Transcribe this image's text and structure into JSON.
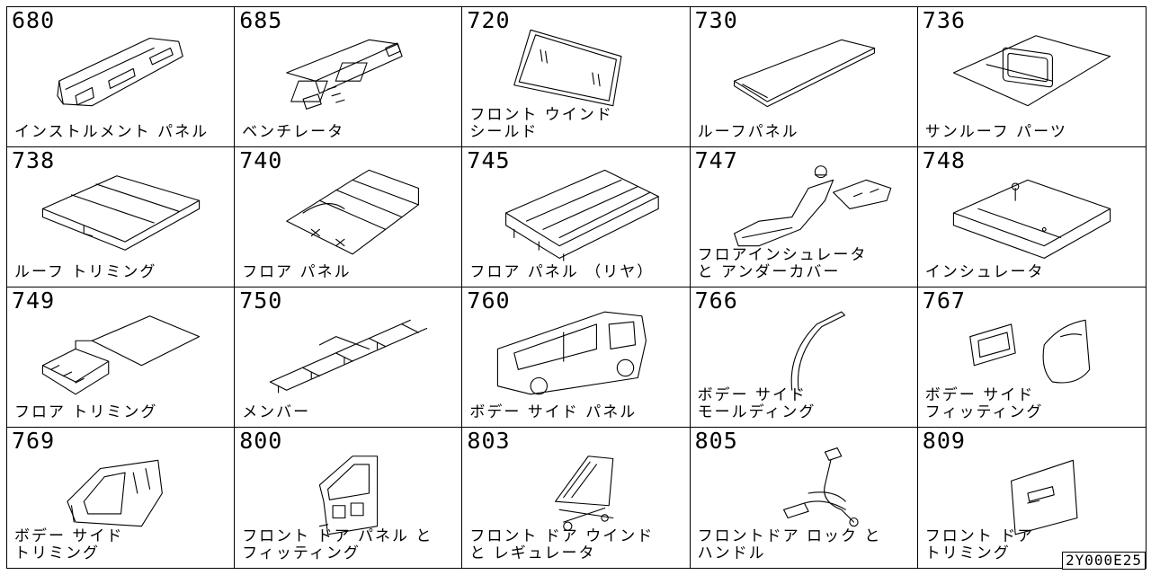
{
  "diagram_id": "2Y000E25",
  "parts": [
    {
      "code": "680",
      "label_lines": [
        "インストルメント パネル"
      ],
      "icon": "instrument-panel-icon"
    },
    {
      "code": "685",
      "label_lines": [
        "ベンチレータ"
      ],
      "icon": "ventilator-icon"
    },
    {
      "code": "720",
      "label_lines": [
        "フロント ウインド",
        "シールド"
      ],
      "icon": "windshield-icon"
    },
    {
      "code": "730",
      "label_lines": [
        "ルーフパネル"
      ],
      "icon": "roof-panel-icon"
    },
    {
      "code": "736",
      "label_lines": [
        "サンルーフ パーツ"
      ],
      "icon": "sunroof-icon"
    },
    {
      "code": "738",
      "label_lines": [
        "ルーフ トリミング"
      ],
      "icon": "roof-trim-icon"
    },
    {
      "code": "740",
      "label_lines": [
        "フロア パネル"
      ],
      "icon": "floor-panel-icon"
    },
    {
      "code": "745",
      "label_lines": [
        "フロア パネル （リヤ）"
      ],
      "icon": "rear-floor-panel-icon"
    },
    {
      "code": "747",
      "label_lines": [
        "フロアインシュレータ",
        "と アンダーカバー"
      ],
      "icon": "floor-insulator-icon"
    },
    {
      "code": "748",
      "label_lines": [
        "インシュレータ"
      ],
      "icon": "insulator-icon"
    },
    {
      "code": "749",
      "label_lines": [
        "フロア トリミング"
      ],
      "icon": "floor-trim-icon"
    },
    {
      "code": "750",
      "label_lines": [
        "メンバー"
      ],
      "icon": "member-frame-icon"
    },
    {
      "code": "760",
      "label_lines": [
        "ボデー サイド パネル"
      ],
      "icon": "body-side-panel-icon"
    },
    {
      "code": "766",
      "label_lines": [
        "ボデー サイド",
        "モールディング"
      ],
      "icon": "side-molding-icon"
    },
    {
      "code": "767",
      "label_lines": [
        "ボデー サイド",
        "フィッティング"
      ],
      "icon": "side-fitting-icon"
    },
    {
      "code": "769",
      "label_lines": [
        "ボデー サイド",
        "トリミング"
      ],
      "icon": "side-trim-icon"
    },
    {
      "code": "800",
      "label_lines": [
        "フロント ドア パネル と",
        "フィッティング"
      ],
      "icon": "front-door-panel-icon"
    },
    {
      "code": "803",
      "label_lines": [
        "フロント ドア ウインド",
        "と レギュレータ"
      ],
      "icon": "door-window-regulator-icon"
    },
    {
      "code": "805",
      "label_lines": [
        "フロントドア ロック と",
        "ハンドル"
      ],
      "icon": "door-lock-handle-icon"
    },
    {
      "code": "809",
      "label_lines": [
        "フロント ドア",
        "トリミング"
      ],
      "icon": "door-trim-icon"
    }
  ]
}
